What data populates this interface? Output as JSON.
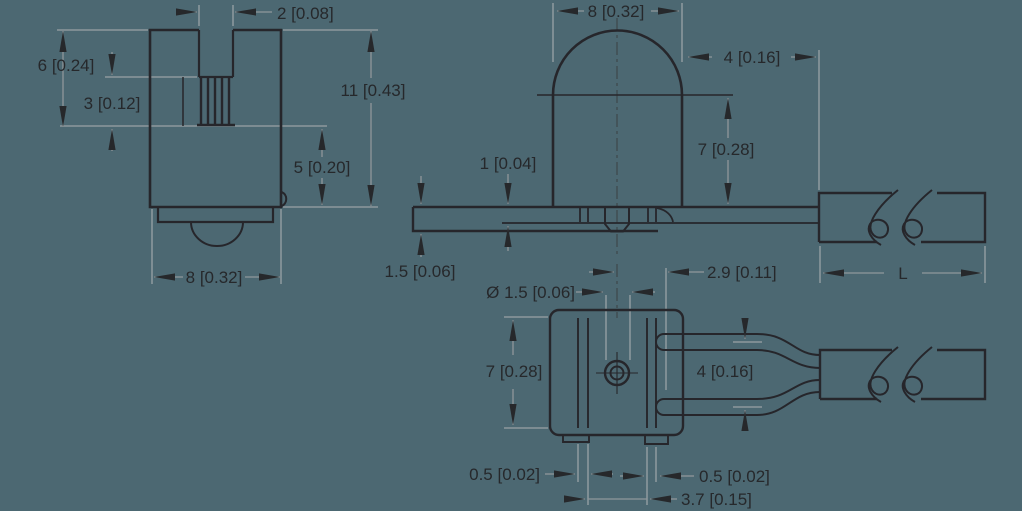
{
  "drawing": {
    "background_color": "#4c6872",
    "object_line_color": "#26262b",
    "dimension_line_color": "#9aa2a6",
    "text_color": "#26282b",
    "views": {
      "side_view": {
        "dims": {
          "slot_width": "2 [0.08]",
          "upper_depth": "6 [0.24]",
          "knurl_depth": "3 [0.12]",
          "overall_height": "11 [0.43]",
          "base_height": "5 [0.20]",
          "body_width": "8 [0.32]"
        }
      },
      "front_view": {
        "dims": {
          "dome_width": "8 [0.32]",
          "lead_exit_length": "4 [0.16]",
          "dome_height": "7 [0.28]",
          "leadframe_thickness": "1 [0.04]",
          "flange_thickness": "1.5 [0.06]",
          "cable_length": "L"
        }
      },
      "top_view": {
        "dims": {
          "lead_offset": "2.9 [0.11]",
          "hole_diameter": "Ø 1.5 [0.06]",
          "body_depth": "7 [0.28]",
          "lead_spacing": "4 [0.16]",
          "slot_width_left": "0.5 [0.02]",
          "slot_width_right": "0.5 [0.02]",
          "slot_span": "3.7 [0.15]"
        }
      }
    }
  }
}
